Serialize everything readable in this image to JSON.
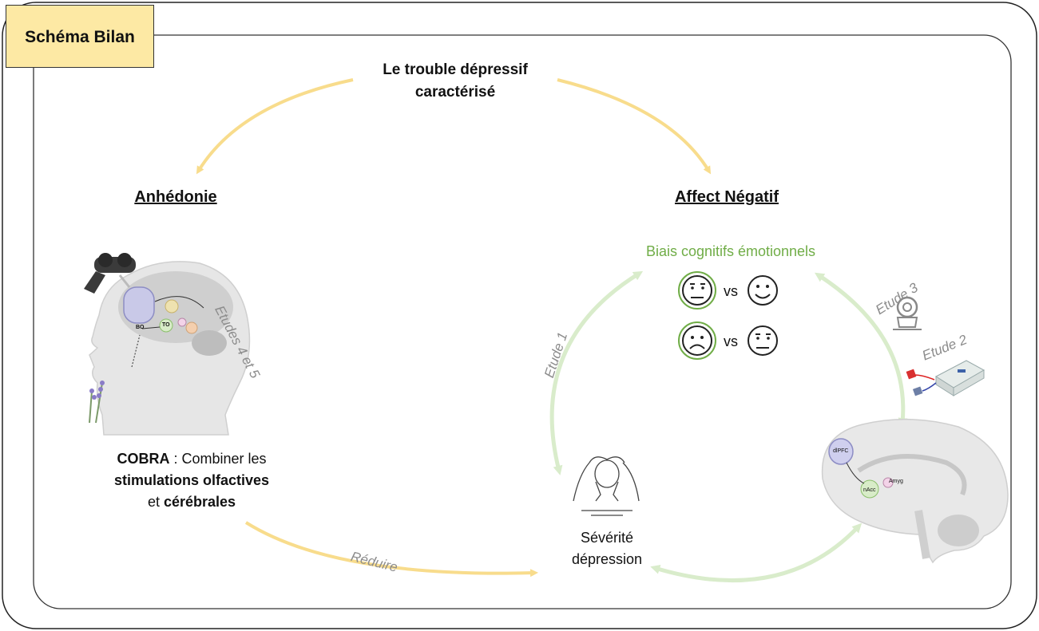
{
  "tag": "Schéma Bilan",
  "top": {
    "line1": "Le trouble dépressif",
    "line2": "caractérisé"
  },
  "left": {
    "heading": "Anhédonie",
    "study_label": "Etudes 4 et 5",
    "brain_labels": {
      "bo": "BO",
      "to": "TO"
    },
    "cobra": {
      "bold": "COBRA",
      "rest": " : Combiner les",
      "line2": "stimulations olfactives",
      "line3_pre": "et ",
      "line3_bold": "cérébrales"
    }
  },
  "right": {
    "heading": "Affect Négatif",
    "biais": "Biais cognitifs émotionnels",
    "vs": "vs",
    "etude1": "Etude 1",
    "etude2": "Etude 2",
    "etude3": "Etude 3",
    "brain_labels": {
      "dlpfc": "dlPFC",
      "nacc": "nAcc",
      "amyg": "Amyg"
    }
  },
  "bottom": {
    "reduire": "Réduire",
    "sev1": "Sévérité",
    "sev2": "dépression"
  },
  "colors": {
    "yellow_arrow": "#f8dc8c",
    "green_arrow": "#d9eccb",
    "green_text": "#70ad47",
    "tag_bg": "#fde9a4"
  }
}
